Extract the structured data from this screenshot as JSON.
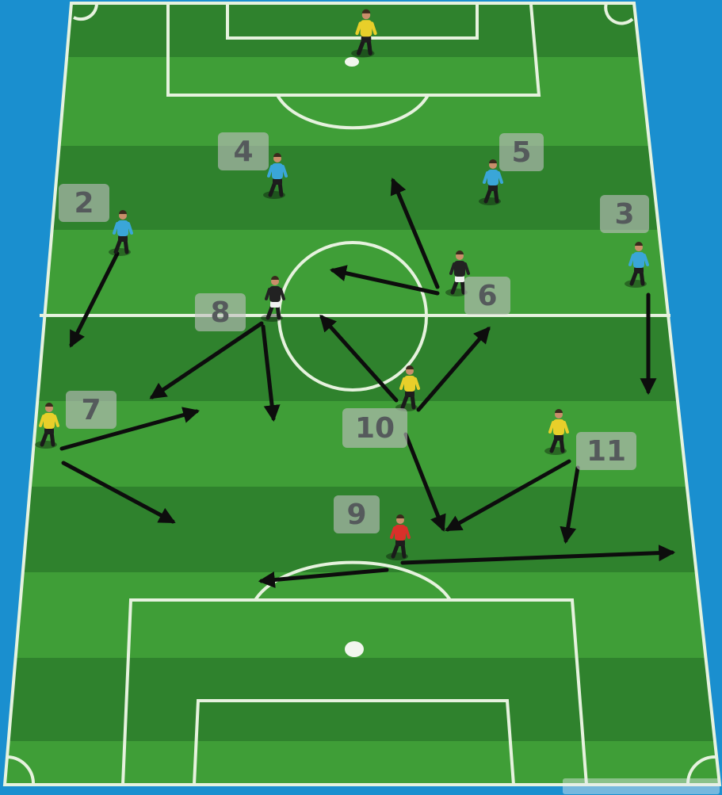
{
  "colors": {
    "background": "#1a8fcf",
    "grass_light": "#3f9e37",
    "grass_dark": "#2f822d",
    "lines": "#e6f2de",
    "team_blue": "#3aa6d8",
    "team_yellow": "#e8cf2a",
    "team_black": "#222222",
    "team_red": "#d9302a",
    "arrow": "#0d0d0d"
  },
  "players": [
    {
      "id": "keeper",
      "team": "yellow",
      "label": ""
    },
    {
      "id": "blue-4",
      "team": "blue",
      "label": "4"
    },
    {
      "id": "blue-5",
      "team": "blue",
      "label": "5"
    },
    {
      "id": "blue-2",
      "team": "blue",
      "label": "2"
    },
    {
      "id": "blue-3",
      "team": "blue",
      "label": "3"
    },
    {
      "id": "black-8",
      "team": "black",
      "label": "8"
    },
    {
      "id": "black-6",
      "team": "black",
      "label": "6"
    },
    {
      "id": "yellow-7",
      "team": "yellow",
      "label": "7"
    },
    {
      "id": "yellow-10",
      "team": "yellow",
      "label": "10"
    },
    {
      "id": "yellow-11",
      "team": "yellow",
      "label": "11"
    },
    {
      "id": "red-9",
      "team": "red",
      "label": "9"
    }
  ]
}
